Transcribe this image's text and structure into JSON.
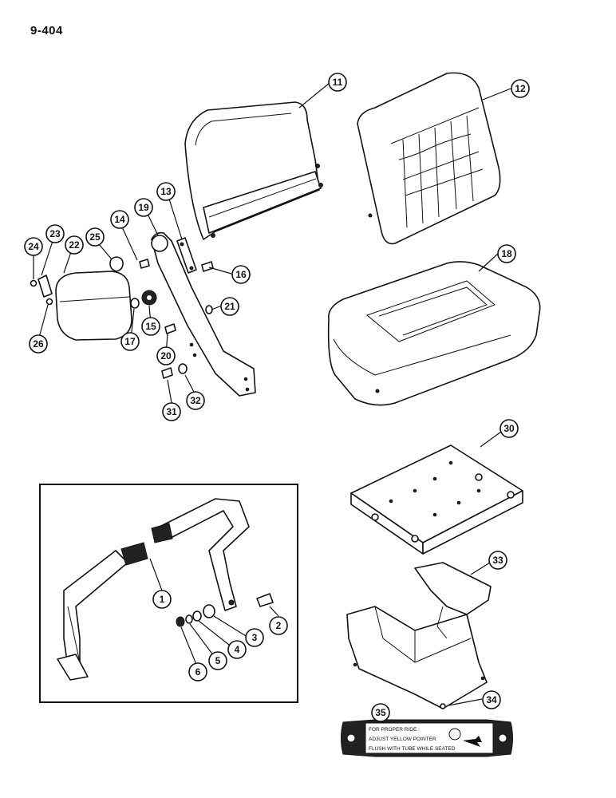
{
  "page": {
    "number": "9-404"
  },
  "callouts": [
    {
      "id": "11",
      "label": "11"
    },
    {
      "id": "12",
      "label": "12"
    },
    {
      "id": "13",
      "label": "13"
    },
    {
      "id": "14",
      "label": "14"
    },
    {
      "id": "15",
      "label": "15"
    },
    {
      "id": "16",
      "label": "16"
    },
    {
      "id": "17",
      "label": "17"
    },
    {
      "id": "18",
      "label": "18"
    },
    {
      "id": "19",
      "label": "19"
    },
    {
      "id": "20",
      "label": "20"
    },
    {
      "id": "21",
      "label": "21"
    },
    {
      "id": "22",
      "label": "22"
    },
    {
      "id": "23",
      "label": "23"
    },
    {
      "id": "24",
      "label": "24"
    },
    {
      "id": "25",
      "label": "25"
    },
    {
      "id": "26",
      "label": "26"
    },
    {
      "id": "30",
      "label": "30"
    },
    {
      "id": "31",
      "label": "31"
    },
    {
      "id": "32",
      "label": "32"
    },
    {
      "id": "33",
      "label": "33"
    },
    {
      "id": "34",
      "label": "34"
    },
    {
      "id": "35",
      "label": "35"
    },
    {
      "id": "1",
      "label": "1"
    },
    {
      "id": "2",
      "label": "2"
    },
    {
      "id": "3",
      "label": "3"
    },
    {
      "id": "4",
      "label": "4"
    },
    {
      "id": "5",
      "label": "5"
    },
    {
      "id": "6",
      "label": "6"
    }
  ],
  "decal": {
    "line1": "FOR PROPER RIDE :",
    "line2": "ADJUST YELLOW POINTER",
    "line3": "FLUSH WITH TUBE WHILE SEATED"
  }
}
